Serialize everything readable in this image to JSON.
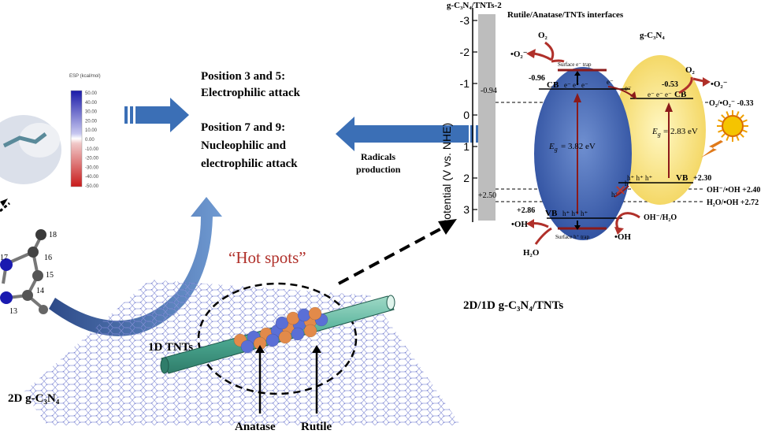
{
  "left": {
    "esp_label": "ESP (kcal/mol)",
    "esp_ticks": [
      "50.00",
      "40.00",
      "30.00",
      "20.00",
      "10.00",
      "0.00",
      "-10.00",
      "-20.00",
      "-30.00",
      "-40.00",
      "-50.00"
    ],
    "atoms": [
      "18",
      "17",
      "16",
      "15",
      "14",
      "13"
    ]
  },
  "center": {
    "pos35_line1": "Position 3 and 5:",
    "pos35_line2": "Electrophilic attack",
    "pos79_line1": "Position 7 and 9:",
    "pos79_line2": "Nucleophilic and",
    "pos79_line3": "electrophilic attack",
    "radicals_line1": "Radicals",
    "radicals_line2": "production",
    "hot_spots": "“Hot spots”",
    "tnts_1d": "1D TNTs",
    "gcn_2d": "2D g-C₃N₄",
    "composite": "2D/1D g-C₃N₄/TNTs",
    "anatase": "Anatase",
    "rutile": "Rutile"
  },
  "band": {
    "title_left": "g-C₃N₄/TNTs-2",
    "title_mid": "Rutile/Anatase/TNTs interfaces",
    "title_right": "g-C₃N₄",
    "y_axis": "Potential (V vs. NHE)",
    "ticks": [
      "-3",
      "-2",
      "-1",
      "0",
      "1",
      "2",
      "3"
    ],
    "tnt_cb": "-0.96",
    "tnt_vb": "+2.86",
    "tnt_eg": "= 3.82 eV",
    "gcn_cb": "-0.53",
    "gcn_vb": "+2.30",
    "gcn_eg": "= 2.83 eV",
    "gray_top": "-0.94",
    "gray_bottom": "+2.50",
    "o2_ref": "O₂/•O₂⁻  -0.33",
    "oh_ref": "OH⁻/•OH  +2.40",
    "h2o_ref": "H₂O/•OH  +2.72",
    "surface_e_trap": "Surface e⁻ trap",
    "surface_h_trap": "Surface h⁺ trap",
    "cb": "CB",
    "vb": "VB",
    "o2": "O₂",
    "o2_radical": "•O₂⁻",
    "oh_radical": "•OH",
    "h2o": "H₂O",
    "oh_h2o": "OH⁻/H₂O",
    "eg_symbol": "E",
    "eg_sub": "g",
    "electrons": "e⁻ e⁻ e⁻",
    "holes": "h⁺ h⁺ h⁺",
    "e_single": "e⁻",
    "h_single": "h⁺"
  }
}
